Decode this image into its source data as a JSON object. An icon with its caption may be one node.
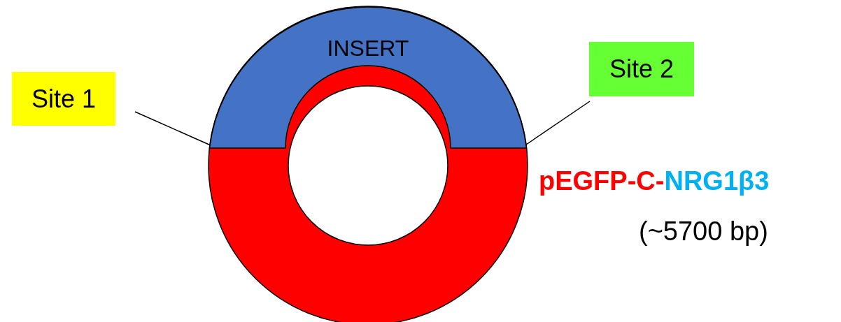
{
  "diagram": {
    "nodes": [
      {
        "text": [
          "Site 1"
        ]
      },
      {
        "text": [
          "Site 2"
        ]
      },
      {
        "text": [
          "INSERT"
        ],
        "in": 3
      },
      {
        "text": [],
        "shape": "circle"
      }
    ],
    "edges": [
      {
        "from": 0,
        "to": 2,
        "arrow": "none"
      },
      {
        "from": 1,
        "to": 2,
        "arrow": "none"
      }
    ],
    "labels": [
      "pEGFP-C-",
      "NRG1β3",
      "(~5700 bp)"
    ]
  }
}
